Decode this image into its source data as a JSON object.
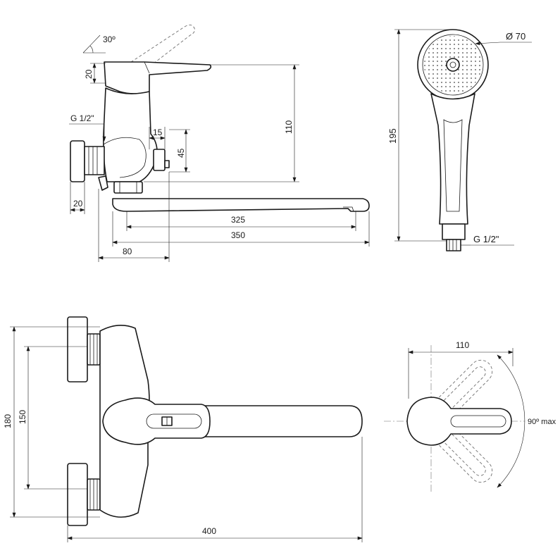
{
  "labels": {
    "lever_angle": "30º",
    "lever_height": "20",
    "inlet_thread_side": "G 1/2\"",
    "lever_offset": "15",
    "height_45": "45",
    "height_110": "110",
    "eccentric_depth": "20",
    "spout_inner": "325",
    "spout_overall": "350",
    "body_depth": "80",
    "head_diameter": "Ø 70",
    "shower_length": "195",
    "hose_thread": "G 1/2\"",
    "height_180": "180",
    "inlet_spacing": "150",
    "total_length": "400",
    "lever_width": "110",
    "lever_rotation": "90º max"
  },
  "colors": {
    "line": "#1a1a1a",
    "ghost": "#6e6e6e",
    "background": "#ffffff"
  }
}
